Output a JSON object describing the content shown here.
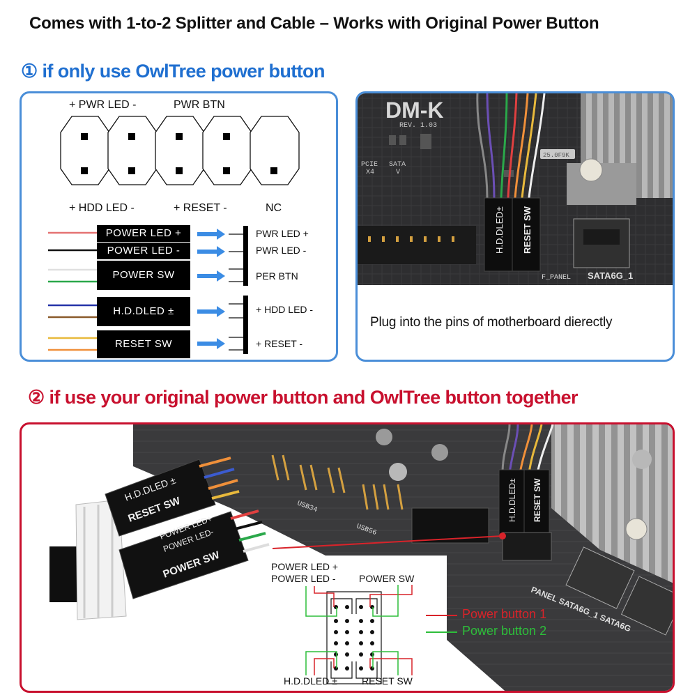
{
  "title": "Comes with  1-to-2 Splitter and Cable – Works with Original Power Button",
  "section1": {
    "title": "① if only use OwlTree power button",
    "header_top": {
      "pwr_led": "+ PWR  LED -",
      "pwr_btn": "PWR BTN"
    },
    "header_bottom": {
      "hdd_led": "+ HDD  LED -",
      "reset": "+ RESET -",
      "nc": "NC"
    },
    "connectors": [
      {
        "label": "POWER  LED +",
        "pin": "PWR LED +"
      },
      {
        "label": "POWER  LED -",
        "pin": "PWR LED -"
      },
      {
        "label": "POWER  SW",
        "pin": "PER BTN"
      },
      {
        "label": "H.D.DLED ±",
        "pin": "+ HDD LED -"
      },
      {
        "label": "RESET  SW",
        "pin": "+ RESET -"
      }
    ],
    "photo_caption": "Plug into the pins of motherboard dierectly",
    "photo_text": {
      "board_model": "DM-K",
      "rev": "REV. 1.03",
      "pcie": "PCIE",
      "sata": "SATA",
      "x4": "X4",
      "v": "V",
      "plug_hdd": "H.D.DLED±",
      "plug_reset": "RESET SW",
      "f_panel": "F_PANEL",
      "sata_port": "SATA6G_1",
      "chip": "25.0F9K"
    }
  },
  "section2": {
    "title": "② if use your original power button and OwlTree button together",
    "diagram_labels": {
      "power_led_plus": "POWER  LED +",
      "power_led_minus": "POWER  LED -",
      "power_sw": "POWER  SW",
      "hddled": "H.D.DLED ±",
      "reset_sw": "RESET  SW"
    },
    "legend": [
      {
        "label": "Power button 1",
        "color": "#d8232a"
      },
      {
        "label": "Power button 2",
        "color": "#2dbe3a"
      }
    ],
    "photo_text": {
      "splitter_hdd": "H.D.DLED ±",
      "splitter_reset": "RESET SW",
      "splitter_power_led_1": "POWER LED+",
      "splitter_power_led_2": "POWER LED-",
      "splitter_power_sw": "POWER SW",
      "usb34": "USB34",
      "usb56": "USB56",
      "board_hdd": "H.D.DLED±",
      "board_reset": "RESET SW",
      "panel": "PANEL  SATA6G_1  SATA6G"
    }
  },
  "colors": {
    "blue_accent": "#1f6fd0",
    "blue_border": "#4a8ed8",
    "red_accent": "#c8102e",
    "arrow_blue": "#3b8ce4"
  }
}
